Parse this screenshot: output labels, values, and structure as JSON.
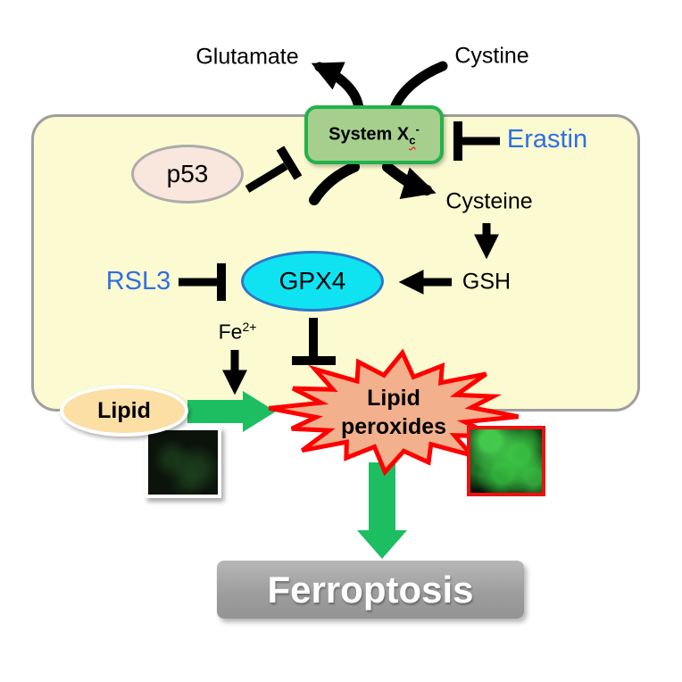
{
  "diagram": {
    "title_implied": "Ferroptosis pathway",
    "labels": {
      "glutamate": "Glutamate",
      "cystine": "Cystine",
      "system_xc_main": "System X",
      "system_xc_sub": "c",
      "system_xc_sup": "-",
      "erastin": "Erastin",
      "p53": "p53",
      "cysteine": "Cysteine",
      "gsh": "GSH",
      "rsl3": "RSL3",
      "gpx4": "GPX4",
      "fe_base": "Fe",
      "fe_sup": "2+",
      "lipid": "Lipid",
      "lipid_peroxides_line1": "Lipid",
      "lipid_peroxides_line2": "peroxides",
      "ferroptosis": "Ferroptosis"
    },
    "colors": {
      "cell_fill": "#FCFAD0",
      "cell_border": "#9E9E9E",
      "system_box_fill": "#A6CF8E",
      "system_box_border": "#24B14C",
      "p53_fill": "#F9E6DC",
      "p53_border": "#ACACAC",
      "gpx4_fill": "#0FE3F2",
      "gpx4_border": "#2E75C8",
      "lipid_fill": "#FBDFA5",
      "inhibitor_text_blue": "#2E6FE4",
      "starburst_fill": "#F2B08C",
      "starburst_border": "#FF0000",
      "green_arrow": "#1DBE62",
      "ferroptosis_fill": "#9C9C9C",
      "ferroptosis_text": "#FFFFFF",
      "arrow_black": "#000000",
      "micro_left_border": "#FFFFFF",
      "micro_right_border": "#EE1111"
    },
    "icons": {
      "micro_left": "dark-fluorescence-micrograph",
      "micro_right": "green-fluorescence-micrograph"
    }
  }
}
